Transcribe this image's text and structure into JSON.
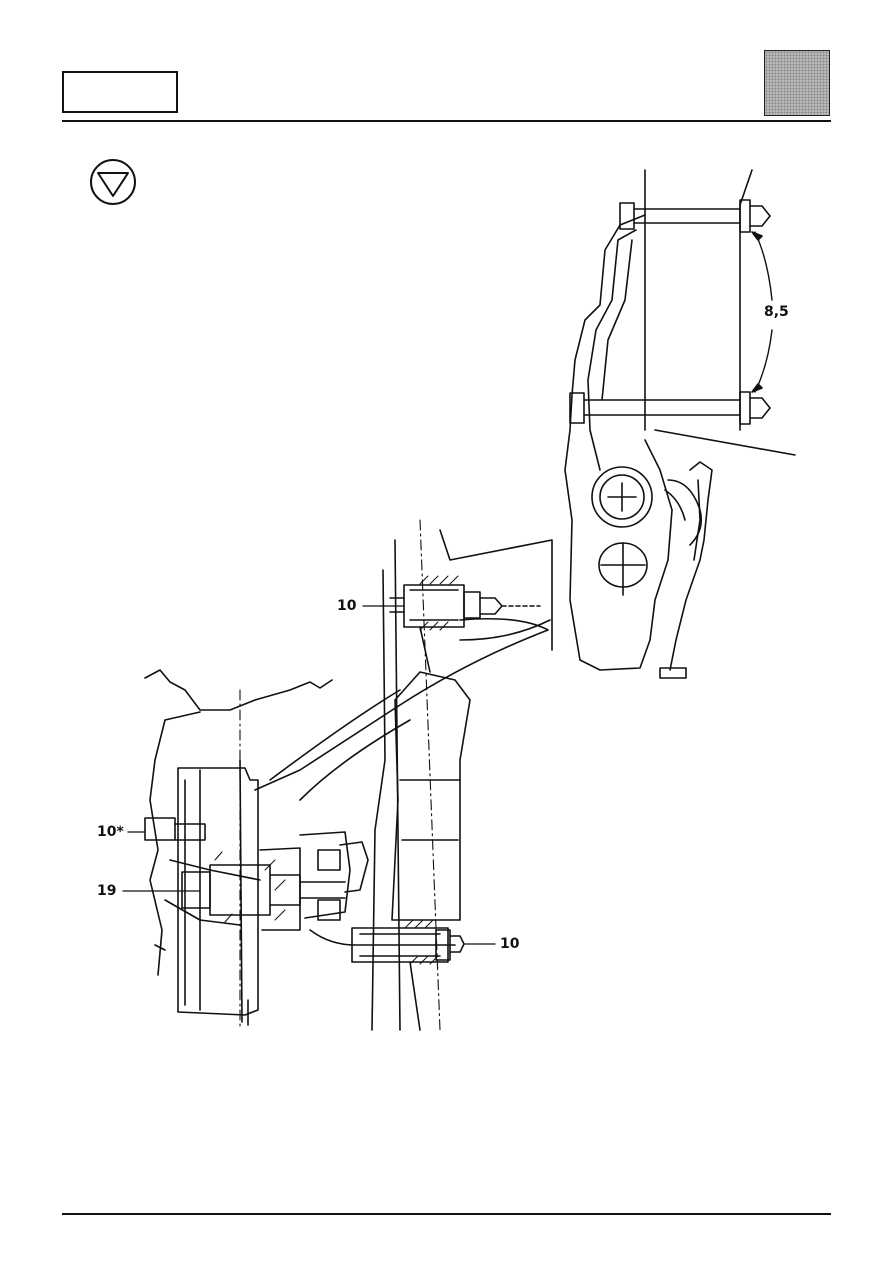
{
  "callouts": {
    "torque_top_right": "8,5",
    "torque_upper_mount": "10",
    "torque_caliper": "10*",
    "torque_hub_nut": "19",
    "torque_lower_mount": "10"
  },
  "icons": {
    "warning": "triangle-in-circle-icon"
  }
}
